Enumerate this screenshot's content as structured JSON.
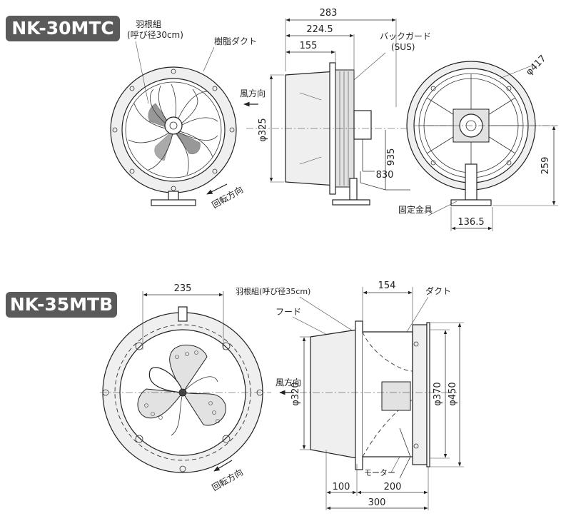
{
  "top": {
    "model": "NK-30MTC",
    "labels": {
      "blade": "羽根組",
      "blade_dia": "(呼び径30cm)",
      "resin_duct": "樹脂ダクト",
      "airflow": "風方向",
      "rotation": "回転方向",
      "back_guard": "バックガード",
      "back_guard_mat": "(SUS)",
      "fixture": "固定金具"
    },
    "dims": {
      "d283": "283",
      "d224": "224.5",
      "d155": "155",
      "phi325": "φ325",
      "d935": "935",
      "d830": "830",
      "phi417": "φ417",
      "d259": "259",
      "d1365": "136.5"
    }
  },
  "bottom": {
    "model": "NK-35MTB",
    "labels": {
      "blade": "羽根組(呼び径35cm)",
      "hood": "フード",
      "duct": "ダクト",
      "airflow": "風方向",
      "rotation": "回転方向",
      "motor": "モーター"
    },
    "dims": {
      "d235": "235",
      "d154": "154",
      "phi320": "φ320",
      "phi370": "φ370",
      "phi450": "φ450",
      "d100": "100",
      "d200": "200",
      "d300": "300"
    }
  },
  "colors": {
    "badge": "#5a5a5a",
    "line": "#222222"
  }
}
